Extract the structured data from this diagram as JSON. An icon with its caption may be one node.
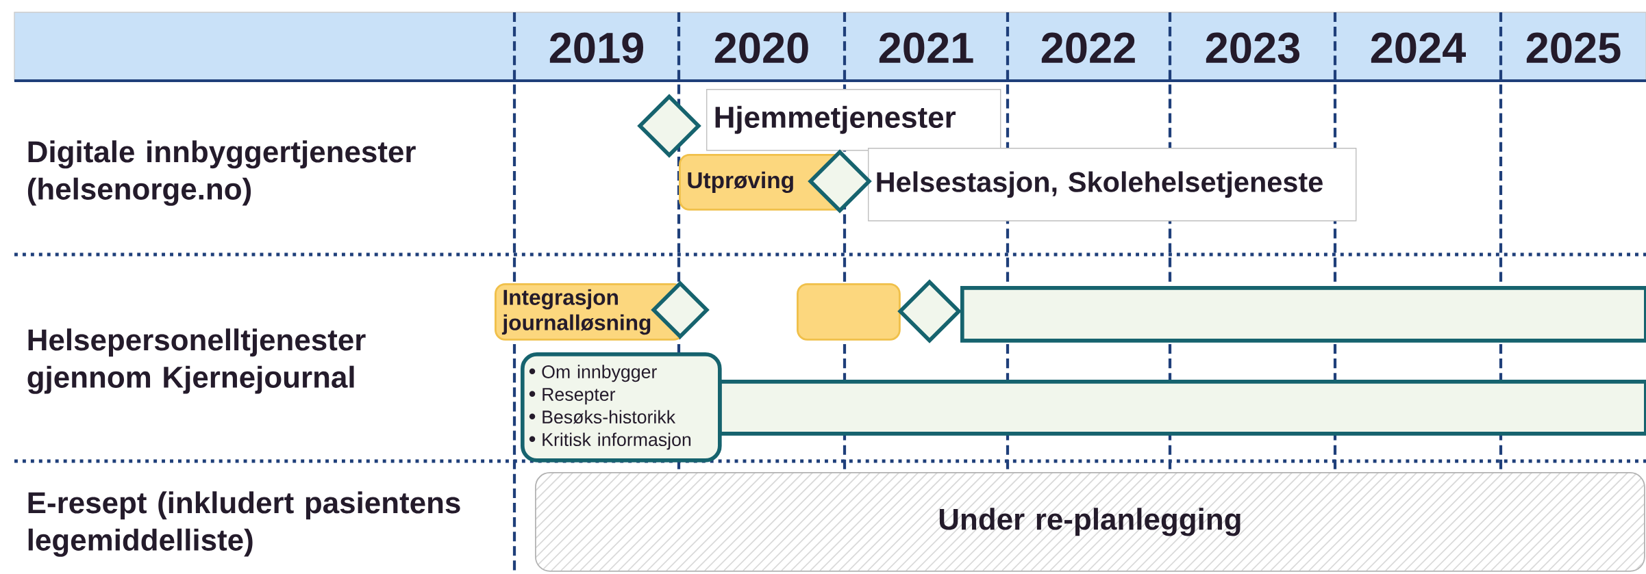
{
  "diagram": {
    "nodes": [
      {
        "text": [
          "Hjemmetjenester"
        ]
      },
      {
        "text": [],
        "shape": "diamond"
      },
      {
        "text": [
          "Utprøving"
        ]
      },
      {
        "text": [
          "Helsestasjon, Skolehelsetjeneste"
        ]
      },
      {
        "text": [],
        "shape": "diamond"
      },
      {
        "text": [
          "Integrasjon journalløsning"
        ]
      },
      {
        "text": [],
        "shape": "diamond"
      },
      {
        "text": [],
        "shape": "bar"
      },
      {
        "text": [],
        "shape": "bar"
      },
      {
        "text": [],
        "shape": "diamond"
      },
      {
        "text": [
          "Om innbygger",
          "Resepter",
          "Besøks-historikk",
          "Kritisk informasjon"
        ]
      },
      {
        "text": [],
        "shape": "bar"
      },
      {
        "text": [
          "Under re-planlegging"
        ]
      }
    ],
    "labels": [
      "2019",
      "2020",
      "2021",
      "2022",
      "2023",
      "2024",
      "2025",
      "Digitale innbyggertjenester (helsenorge.no)",
      "Helsepersonelltjenester gjennom Kjernejournal",
      "E-resept (inkludert pasientens legemiddelliste)"
    ]
  }
}
